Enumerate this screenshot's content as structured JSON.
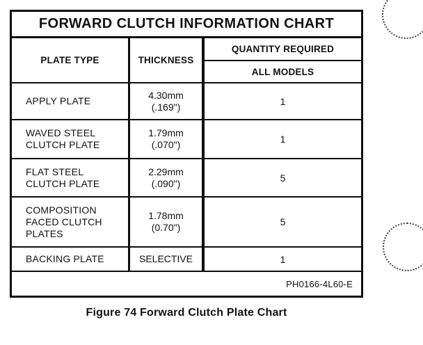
{
  "caption": "Figure 74 Forward Clutch Plate Chart",
  "colors": {
    "ink": "#0e0e0e",
    "paper": "#ffffff"
  },
  "table": {
    "title": "FORWARD CLUTCH INFORMATION CHART",
    "headers": {
      "plate_type": "PLATE TYPE",
      "thickness": "THICKNESS",
      "quantity_required": "QUANTITY REQUIRED",
      "all_models": "ALL MODELS"
    },
    "rows": [
      {
        "plate_type": "APPLY PLATE",
        "thickness": "4.30mm\n(.169\")",
        "quantity": "1"
      },
      {
        "plate_type": "WAVED STEEL\nCLUTCH PLATE",
        "thickness": "1.79mm\n(.070\")",
        "quantity": "1"
      },
      {
        "plate_type": "FLAT STEEL\nCLUTCH PLATE",
        "thickness": "2.29mm\n(.090\")",
        "quantity": "5"
      },
      {
        "plate_type": "COMPOSITION\nFACED CLUTCH\nPLATES",
        "thickness": "1.78mm\n(0.70\")",
        "quantity": "5"
      },
      {
        "plate_type": "BACKING PLATE",
        "thickness": "SELECTIVE",
        "quantity": "1"
      }
    ],
    "footer_code": "PH0166-4L60-E"
  }
}
